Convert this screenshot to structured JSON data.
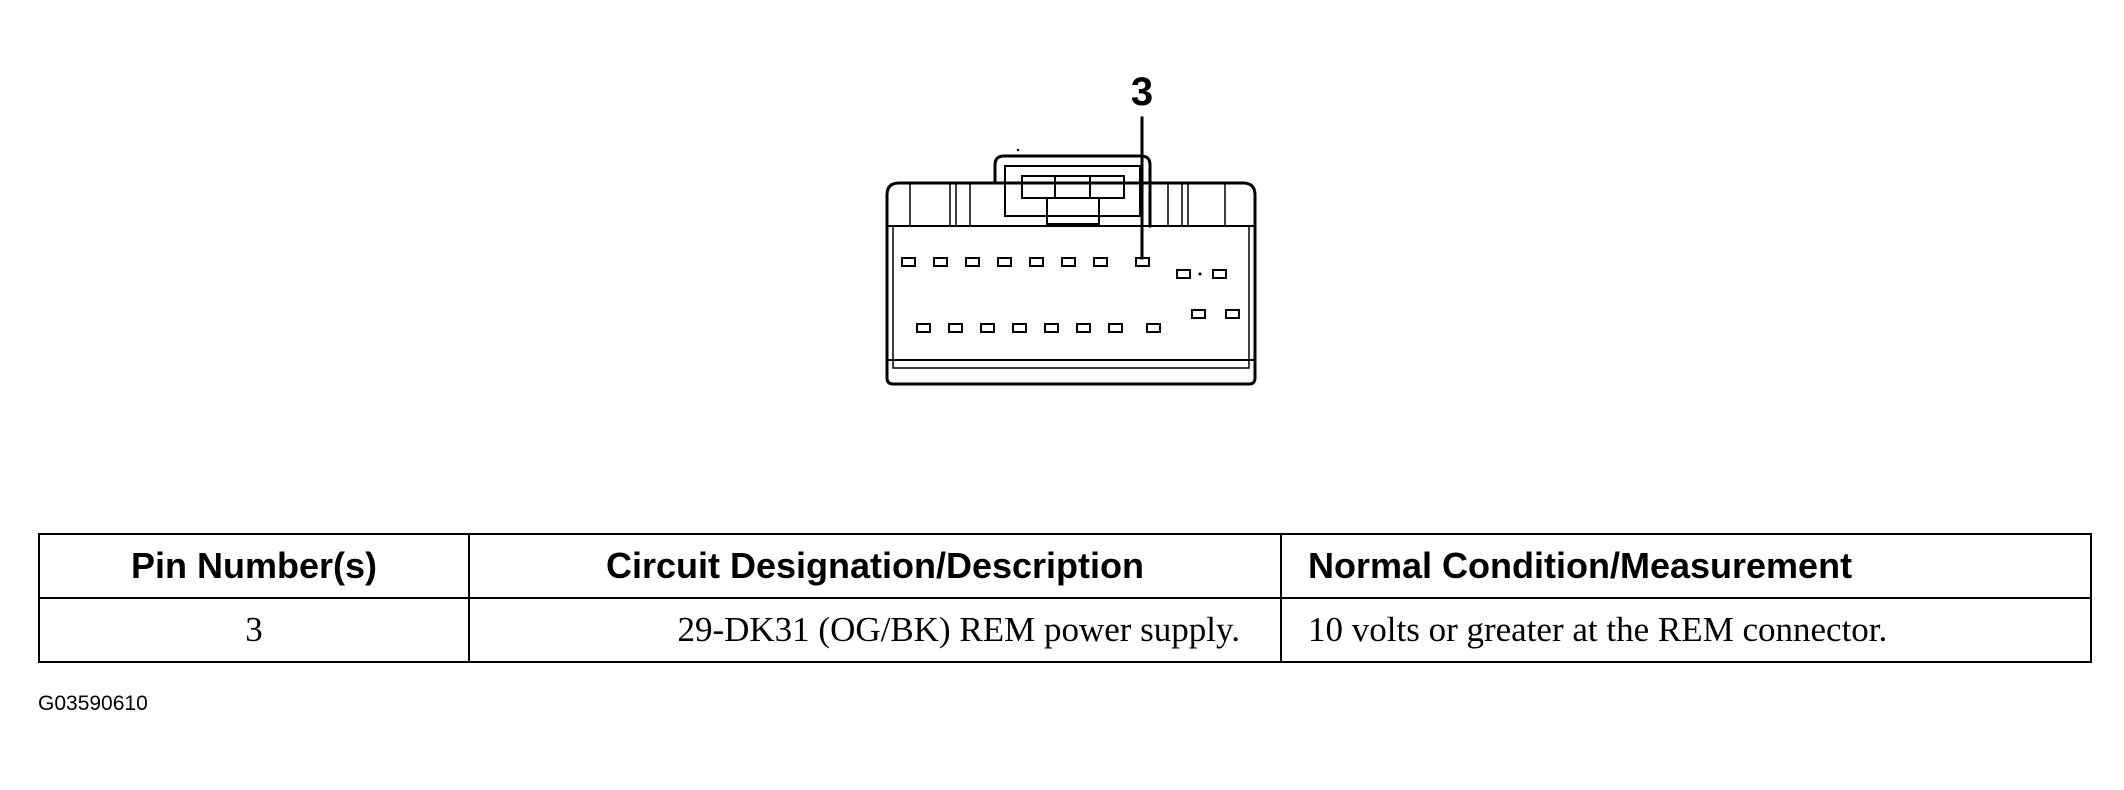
{
  "diagram": {
    "pin_callout": "3",
    "connector_pins": {
      "top_row_count": 8,
      "bottom_row_count": 8,
      "side_pins": 4
    }
  },
  "table": {
    "headers": {
      "pin": "Pin Number(s)",
      "circuit": "Circuit Designation/Description",
      "condition": "Normal Condition/Measurement"
    },
    "rows": [
      {
        "pin": "3",
        "circuit": "29-DK31 (OG/BK) REM power supply.",
        "condition": "10 volts or greater at the REM connector."
      }
    ]
  },
  "figure_code": "G03590610"
}
